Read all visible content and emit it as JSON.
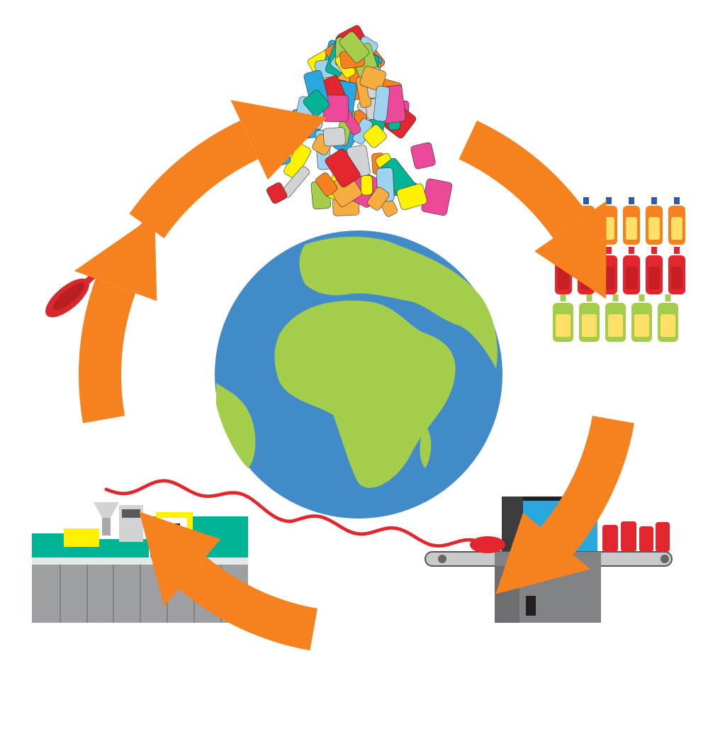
{
  "colors": {
    "arrow": "#F5821F",
    "ocean": "#428BC9",
    "land": "#A3CD4A",
    "spoon": "#D8282E",
    "machine_green": "#00B495",
    "machine_gray": "#9D9FA2",
    "machine_yellow": "#FFF200",
    "recycler_blue": "#29A8E0",
    "pellets": "#E1262D"
  },
  "icons": [
    "plastic-waste-pile",
    "new-bottles",
    "recycling-machine",
    "injection-molding-machine",
    "plastic-spoon",
    "globe",
    "cycle-arrow"
  ]
}
